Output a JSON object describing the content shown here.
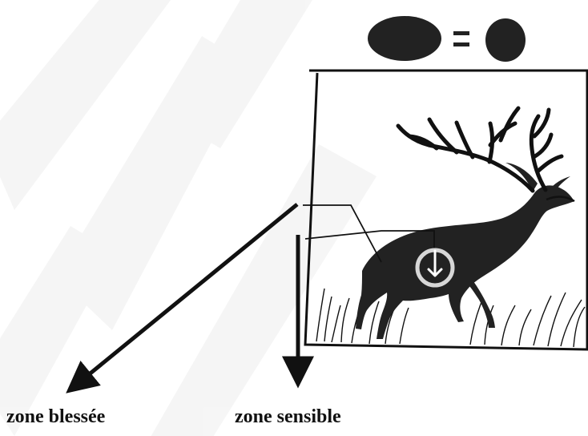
{
  "labels": {
    "wounded_zone": "zone blessée",
    "sensitive_zone": "zone sensible"
  },
  "equation": {
    "left_shape": "large-oval",
    "operator": "equals",
    "right_shape": "small-circle"
  },
  "illustration": {
    "subject": "deer-icon",
    "target_marker": "circle-target-icon"
  },
  "colors": {
    "ink": "#111111",
    "watermark": "#f4f4f4",
    "target_ring": "#d7d7d7"
  }
}
